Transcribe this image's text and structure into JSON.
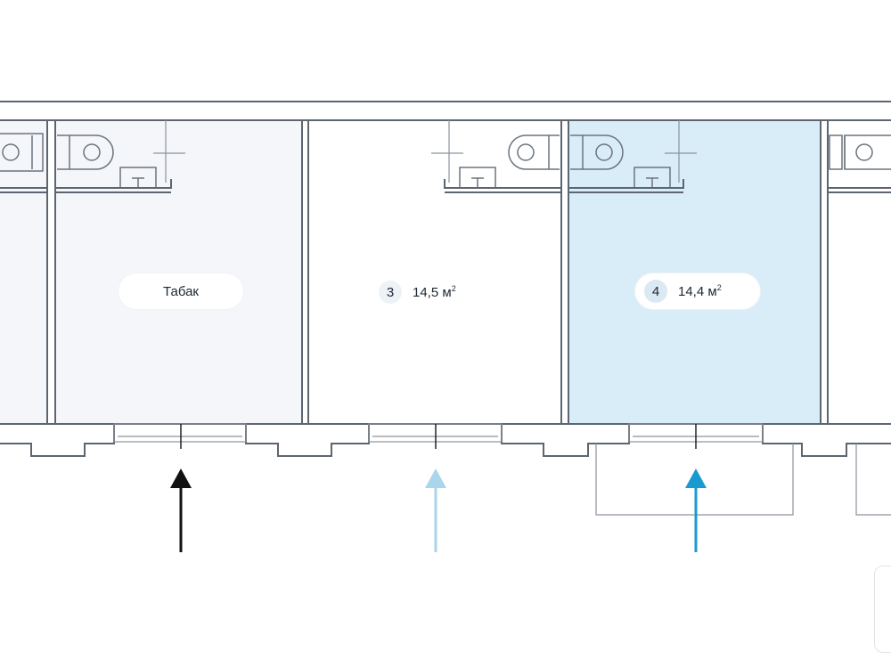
{
  "units": [
    {
      "label": "Табак",
      "status": "occupied",
      "fill": "#f5f6fa"
    },
    {
      "number": "3",
      "area": "14,5 м",
      "unit_sup": "2",
      "status": "available",
      "fill": "#ffffff"
    },
    {
      "number": "4",
      "area": "14,4 м",
      "unit_sup": "2",
      "status": "selected",
      "fill": "#d9edf8"
    }
  ],
  "entrance_arrows": [
    {
      "unit": "Табак",
      "color": "#111111"
    },
    {
      "unit": "3",
      "color": "#a9d6ea"
    },
    {
      "unit": "4",
      "color": "#1a9bd0"
    }
  ]
}
